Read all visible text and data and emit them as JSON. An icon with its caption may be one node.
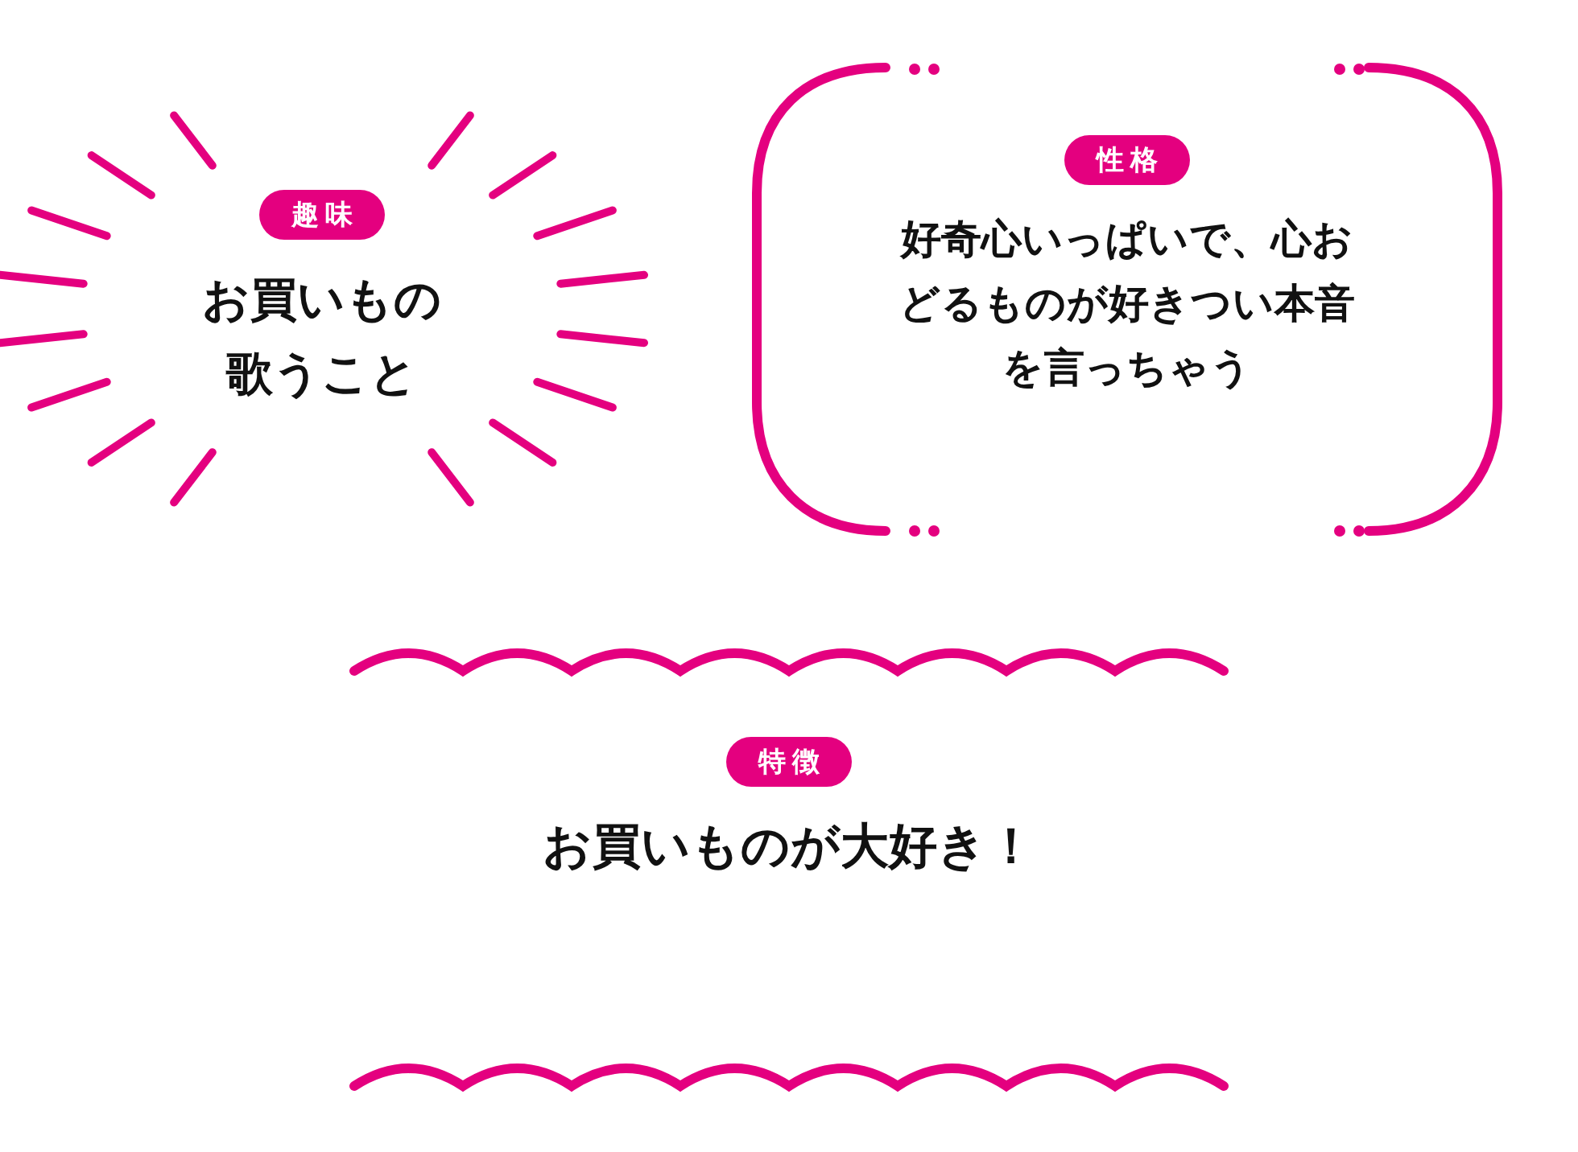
{
  "diagram": {
    "nodes": [
      {
        "text": [
          "趣味",
          "お買いもの歌うこと"
        ]
      },
      {
        "text": [
          "性格",
          "好奇心いっぱいで、心おどるものが好きつい本音を言っちゃう"
        ]
      },
      {
        "text": [
          "特徴",
          "お買いものが大好き！"
        ]
      }
    ]
  }
}
